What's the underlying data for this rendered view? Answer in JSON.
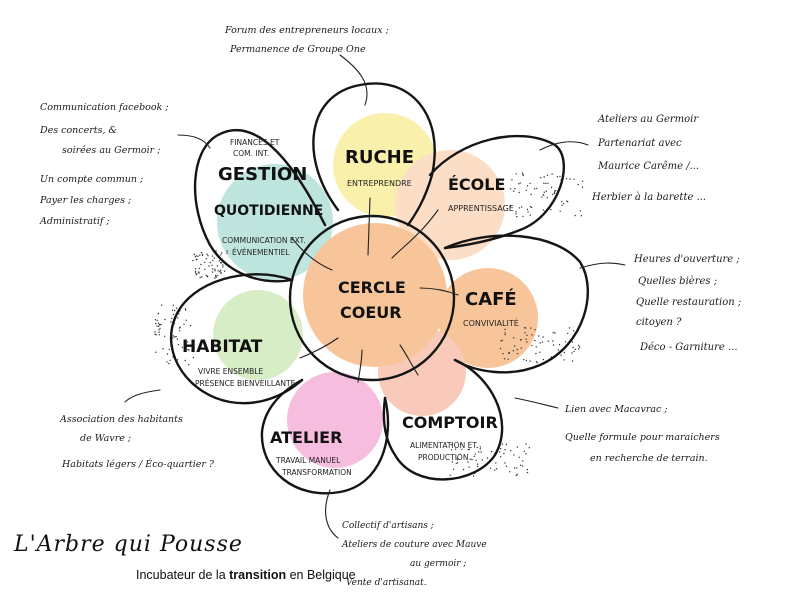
{
  "center": {
    "line1": "CERCLE",
    "line2": "COEUR"
  },
  "petals": {
    "gestion": {
      "top": "FINANCES ET",
      "top2": "COM. INT.",
      "title1": "GESTION",
      "title2": "QUOTIDIENNE",
      "sub1": "COMMUNICATION EXT.",
      "sub2": "ÉVÉNEMENTIEL"
    },
    "ruche": {
      "title": "RUCHE",
      "sub": "ENTREPRENDRE"
    },
    "ecole": {
      "title": "ÉCOLE",
      "sub": "APPRENTISSAGE"
    },
    "cafe": {
      "title": "CAFÉ",
      "sub": "CONVIVIALITÉ"
    },
    "comptoir": {
      "title": "COMPTOIR",
      "sub1": "ALIMENTATION ET",
      "sub2": "PRODUCTION"
    },
    "atelier": {
      "title": "ATELIER",
      "sub1": "TRAVAIL MANUEL",
      "sub2": "TRANSFORMATION"
    },
    "habitat": {
      "title": "HABITAT",
      "sub1": "VIVRE ENSEMBLE",
      "sub2": "PRÉSENCE BIENVEILLANTE"
    }
  },
  "notes": {
    "top": [
      "Forum des entrepreneurs locaux ;",
      "Permanence de Groupe One"
    ],
    "left": [
      "Communication facebook ;",
      "Des concerts, &",
      "soirées au Germoir ;",
      "Un compte commun ;",
      "Payer les charges ;",
      "Administratif ;"
    ],
    "ecole": [
      "Ateliers au Germoir",
      "Partenariat avec",
      "Maurice Carême /...",
      "Herbier à la barette ..."
    ],
    "cafe": [
      "Heures d'ouverture ;",
      "Quelles bières ;",
      "Quelle restauration ;",
      "citoyen ?",
      "Déco - Garniture ..."
    ],
    "comptoir": [
      "Lien avec Macavrac ;",
      "Quelle formule pour maraichers",
      "en recherche de terrain."
    ],
    "atelier": [
      "Collectif d'artisans ;",
      "Ateliers de couture avec Mauve",
      "au germoir ;",
      "Vente d'artisanat."
    ],
    "habitat": [
      "Association des habitants",
      "de Wavre ;",
      "Habitats légers / Éco-quartier ?"
    ]
  },
  "footer": {
    "title": "L'Arbre qui Pousse",
    "sub_pre": "Incubateur de la",
    "sub_bold": "transition",
    "sub_post": "en Belgique"
  },
  "colors": {
    "yellow": "#f7ec8f",
    "orange": "#f6b27a",
    "peach": "#fbd3b4",
    "teal": "#a9dcd3",
    "green": "#c9e8b4",
    "pink": "#f3a7d3",
    "salmon": "#f7b9a3",
    "ink": "#151515"
  }
}
